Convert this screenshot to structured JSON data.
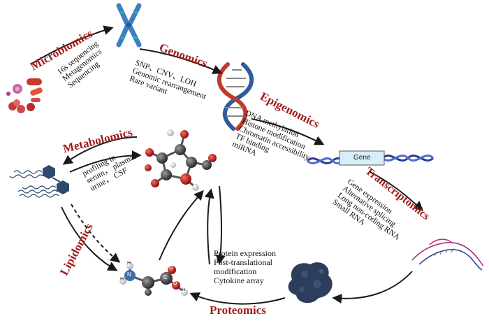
{
  "omics": {
    "microbiomics": {
      "title": "Microbiomics",
      "items": [
        "16s sequencing",
        "Metagenomics",
        "Sequencing"
      ]
    },
    "genomics": {
      "title": "Genomics",
      "items": [
        "SNP、CNV、LOH",
        "Genomic rearrangement",
        "Rare variant"
      ]
    },
    "epigenomics": {
      "title": "Epigenomics",
      "items": [
        "DNA methylation",
        "Histone modification",
        "Chromatin accessibility",
        "TF binding",
        "miRNA"
      ]
    },
    "transcriptomics": {
      "title": "Transcriptomics",
      "items": [
        "Gene expression",
        "Alternative splicing",
        "Long non-coding RNA",
        "Small RNA"
      ]
    },
    "proteomics": {
      "title": "Proteomics",
      "items": [
        "Protein expression",
        "Post-translational",
        "modification",
        "Cytokine array"
      ]
    },
    "metabolomics": {
      "title": "Metabolomics",
      "items": [
        "profiling in",
        "serum， plasma，",
        "urine， CSF"
      ]
    },
    "lipidomics": {
      "title": "Lipidomics"
    }
  },
  "gene_label": "Gene",
  "molecule_atoms": {
    "amino_acid": [
      "H",
      "N",
      "H",
      "C",
      "O",
      "O",
      "H"
    ]
  },
  "colors": {
    "title_red": "#a11d1d",
    "arrow": "#1a1a1a",
    "chromosome_blue": "#3d7fc1",
    "chromosome_teal": "#2bb5a0",
    "dna_red": "#c0392b",
    "dna_blue": "#2e5b9a",
    "gene_box": "#d6eef8",
    "protein": "#2d3e5c",
    "lipid_hex": "#2d4a6e"
  }
}
